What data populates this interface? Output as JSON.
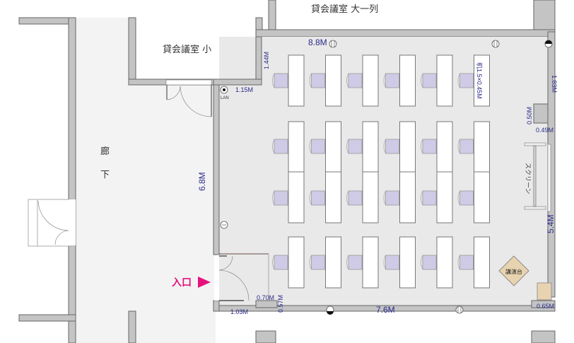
{
  "title": "貸会議室 大一列",
  "rooms": {
    "small_room": "貸会議室 小",
    "corridor_1": "廊",
    "corridor_2": "下"
  },
  "entrance_label": "入口",
  "dimensions": {
    "width_top": "8.8M",
    "width_bottom": "7.6M",
    "height_left": "6.8M",
    "height_right": "5.4M",
    "d_1_44": "1.44M",
    "d_1_15": "1.15M",
    "d_1_83": "1.83M",
    "d_0_50": "0.50M",
    "d_0_49": "0.49M",
    "d_0_70": "0.70M",
    "d_0_57": "0.57M",
    "d_1_03": "1.03M",
    "d_0_65": "0.65M"
  },
  "lan_label": "LAN",
  "table_size_label": "机1.5×0.45M",
  "screen_label": "スクリーン",
  "podium_label": "講演台",
  "colors": {
    "entrance": "#e5127d",
    "dimension": "#2a2a8a",
    "chair": "#cfcbe6",
    "podium": "#e8d3b0"
  }
}
